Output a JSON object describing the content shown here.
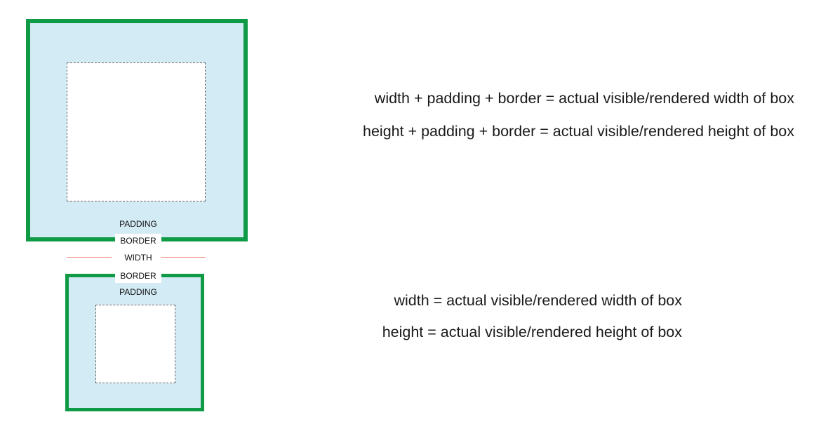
{
  "colors": {
    "border_green": "#0f9a46",
    "padding_blue": "#d3ebf5",
    "content_white": "#ffffff",
    "width_line_red": "#f0907f",
    "text": "#1a1a1a"
  },
  "labels": {
    "padding": "PADDING",
    "border": "BORDER",
    "width": "WIDTH"
  },
  "formulas": {
    "content_box": [
      "width + padding + border = actual visible/rendered width of box",
      "height + padding + border = actual visible/rendered height of box"
    ],
    "border_box": [
      "width = actual visible/rendered width of box",
      "height = actual visible/rendered height of box"
    ]
  }
}
